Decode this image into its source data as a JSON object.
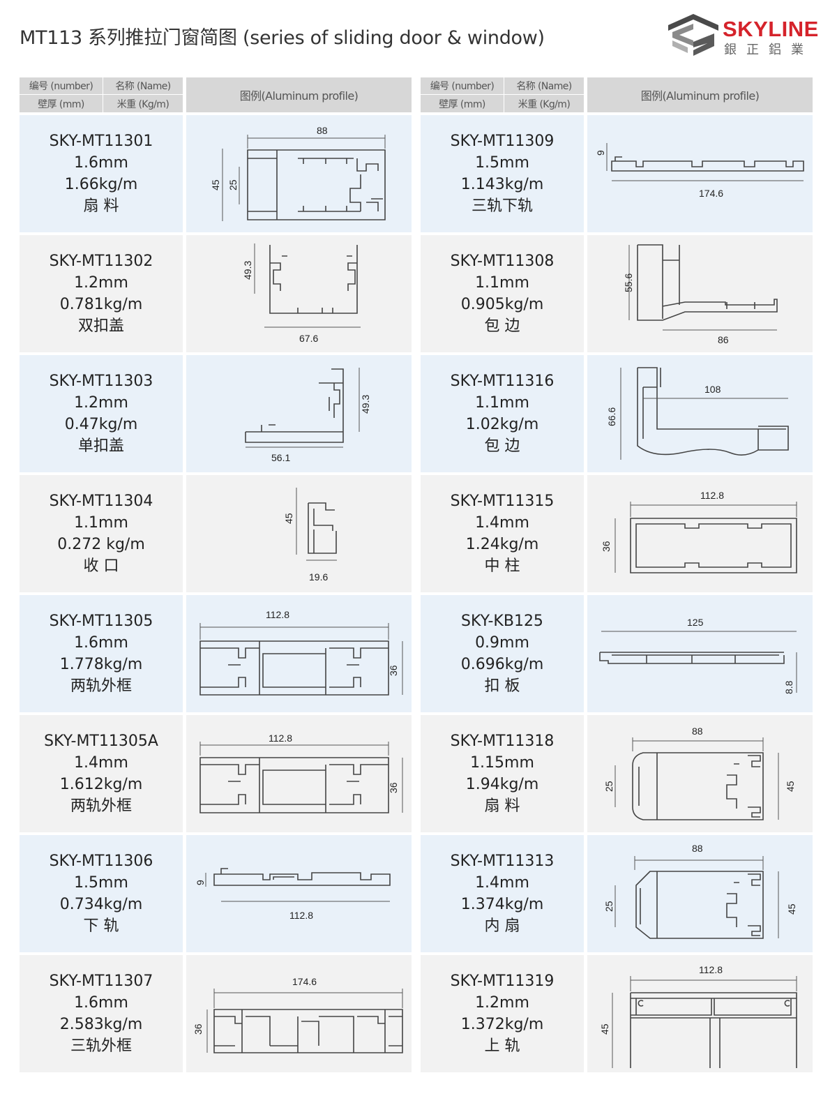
{
  "header": {
    "title": "MT113 系列推拉门窗简图 (series of sliding door & window)",
    "logo_text": "SKYLINE",
    "logo_cn": "銀正鋁業"
  },
  "table_header": {
    "number": "编号 (number)",
    "name": "名称 (Name)",
    "wall": "壁厚 (mm)",
    "weight": "米重 (Kg/m)",
    "figure": "图例(Aluminum profile)"
  },
  "left_rows": [
    {
      "code": "SKY-MT11301",
      "wall": "1.6mm",
      "weight": "1.66kg/m",
      "name": "扇 料",
      "dims": [
        "88",
        "45",
        "25"
      ]
    },
    {
      "code": "SKY-MT11302",
      "wall": "1.2mm",
      "weight": "0.781kg/m",
      "name": "双扣盖",
      "dims": [
        "49.3",
        "67.6"
      ]
    },
    {
      "code": "SKY-MT11303",
      "wall": "1.2mm",
      "weight": "0.47kg/m",
      "name": "单扣盖",
      "dims": [
        "49.3",
        "56.1"
      ]
    },
    {
      "code": "SKY-MT11304",
      "wall": "1.1mm",
      "weight": "0.272 kg/m",
      "name": "收 口",
      "dims": [
        "45",
        "19.6"
      ]
    },
    {
      "code": "SKY-MT11305",
      "wall": "1.6mm",
      "weight": "1.778kg/m",
      "name": "两轨外框",
      "dims": [
        "112.8",
        "36"
      ]
    },
    {
      "code": "SKY-MT11305A",
      "wall": "1.4mm",
      "weight": "1.612kg/m",
      "name": "两轨外框",
      "dims": [
        "112.8",
        "36"
      ]
    },
    {
      "code": "SKY-MT11306",
      "wall": "1.5mm",
      "weight": "0.734kg/m",
      "name": "下 轨",
      "dims": [
        "9",
        "112.8"
      ]
    },
    {
      "code": "SKY-MT11307",
      "wall": "1.6mm",
      "weight": "2.583kg/m",
      "name": "三轨外框",
      "dims": [
        "174.6",
        "36"
      ]
    }
  ],
  "right_rows": [
    {
      "code": "SKY-MT11309",
      "wall": "1.5mm",
      "weight": "1.143kg/m",
      "name": "三轨下轨",
      "dims": [
        "9",
        "174.6"
      ]
    },
    {
      "code": "SKY-MT11308",
      "wall": "1.1mm",
      "weight": "0.905kg/m",
      "name": "包 边",
      "dims": [
        "55.6",
        "86"
      ]
    },
    {
      "code": "SKY-MT11316",
      "wall": "1.1mm",
      "weight": "1.02kg/m",
      "name": "包 边",
      "dims": [
        "66.6",
        "108"
      ]
    },
    {
      "code": "SKY-MT11315",
      "wall": "1.4mm",
      "weight": "1.24kg/m",
      "name": "中 柱",
      "dims": [
        "112.8",
        "36"
      ]
    },
    {
      "code": "SKY-KB125",
      "wall": "0.9mm",
      "weight": "0.696kg/m",
      "name": "扣 板",
      "dims": [
        "125",
        "8.8"
      ]
    },
    {
      "code": "SKY-MT11318",
      "wall": "1.15mm",
      "weight": "1.94kg/m",
      "name": "扇 料",
      "dims": [
        "88",
        "25",
        "45"
      ]
    },
    {
      "code": "SKY-MT11313",
      "wall": "1.4mm",
      "weight": "1.374kg/m",
      "name": "内 扇",
      "dims": [
        "88",
        "25",
        "45"
      ]
    },
    {
      "code": "SKY-MT11319",
      "wall": "1.2mm",
      "weight": "1.372kg/m",
      "name": "上 轨",
      "dims": [
        "112.8",
        "45"
      ]
    }
  ],
  "colors": {
    "brand_red": "#d5232b",
    "header_gray": "#d7d7d7",
    "row_blue": "#e9f1f9",
    "row_gray": "#f2f2f2"
  }
}
